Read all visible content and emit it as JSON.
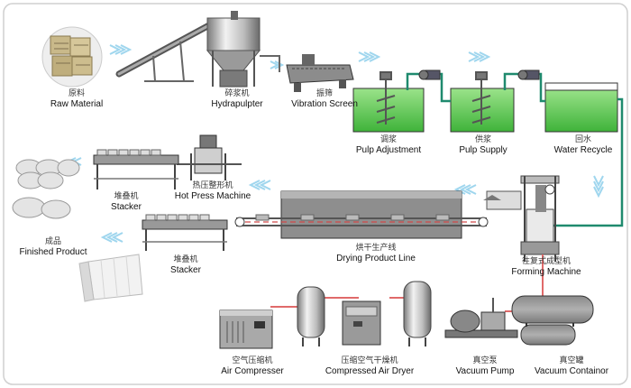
{
  "labels": {
    "raw_material": {
      "cn": "原料",
      "en": "Raw Material"
    },
    "hydrapulpter": {
      "cn": "碎浆机",
      "en": "Hydrapulpter"
    },
    "vibration_screen": {
      "cn": "振筛",
      "en": "Vibration Screen"
    },
    "pulp_adjustment": {
      "cn": "调浆",
      "en": "Pulp Adjustment"
    },
    "pulp_supply": {
      "cn": "供浆",
      "en": "Pulp Supply"
    },
    "water_recycle": {
      "cn": "回水",
      "en": "Water Recycle"
    },
    "hot_press": {
      "cn": "热压整形机",
      "en": "Hot Press Machine"
    },
    "stacker_top": {
      "cn": "堆叠机",
      "en": "Stacker"
    },
    "finished_product": {
      "cn": "成品",
      "en": "Finished Product"
    },
    "drying_line": {
      "cn": "烘干生产线",
      "en": "Drying Product Line"
    },
    "stacker_bottom": {
      "cn": "堆叠机",
      "en": "Stacker"
    },
    "forming_machine": {
      "cn": "往复式成型机",
      "en": "Forming Machine"
    },
    "air_compressor": {
      "cn": "空气压缩机",
      "en": "Air Compresser"
    },
    "air_dryer": {
      "cn": "压缩空气干燥机",
      "en": "Compressed Air Dryer"
    },
    "vacuum_pump": {
      "cn": "真空泵",
      "en": "Vacuum Pump"
    },
    "vacuum_container": {
      "cn": "真空罐",
      "en": "Vacuum Containor"
    }
  },
  "colors": {
    "flow_arrow": "#bfe6f5",
    "pipe_green": "#1f8a6e",
    "pulp_water": "#6ecf5a",
    "vacuum_line": "#e06a6a",
    "machine_gray": "#9a9a9a",
    "machine_dark": "#444444",
    "frame": "#bdbdbd"
  }
}
